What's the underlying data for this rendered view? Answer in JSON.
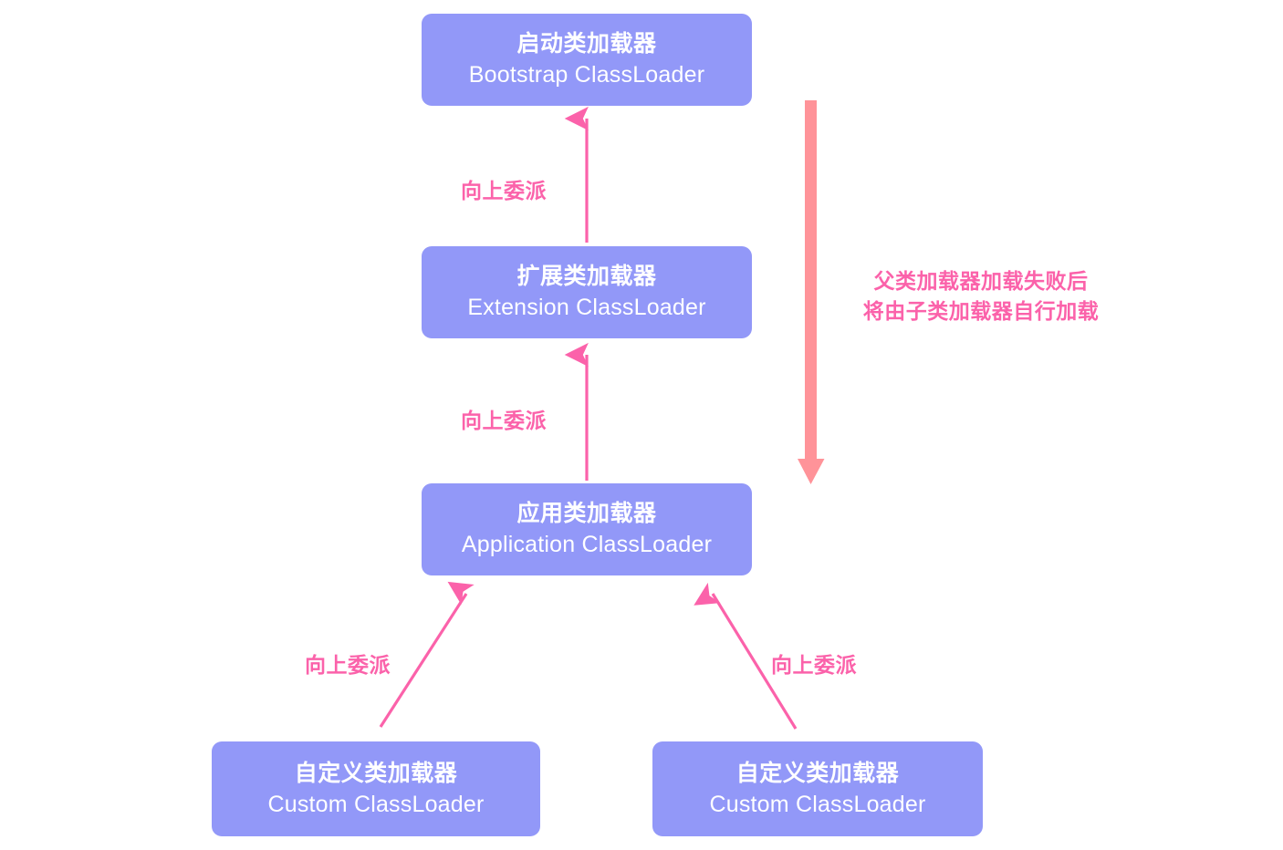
{
  "diagram": {
    "title": "Java ClassLoader Parent Delegation Model",
    "background": "#ffffff",
    "node_fill": "#9298f8",
    "node_text_color": "#ffffff",
    "thin_arrow_color": "#fb62aa",
    "thick_arrow_color": "#ff9399",
    "label_color": "#fb62aa"
  },
  "nodes": {
    "bootstrap": {
      "cn": "启动类加载器",
      "en": "Bootstrap ClassLoader"
    },
    "extension": {
      "cn": "扩展类加载器",
      "en": "Extension ClassLoader"
    },
    "application": {
      "cn": "应用类加载器",
      "en": "Application ClassLoader"
    },
    "custom_left": {
      "cn": "自定义类加载器",
      "en": "Custom ClassLoader"
    },
    "custom_right": {
      "cn": "自定义类加载器",
      "en": "Custom ClassLoader"
    }
  },
  "edge_labels": {
    "delegate_1": "向上委派",
    "delegate_2": "向上委派",
    "delegate_3": "向上委派",
    "delegate_4": "向上委派"
  },
  "annotations": {
    "fallback_note_line1": "父类加载器加载失败后",
    "fallback_note_line2": "将由子类加载器自行加载"
  }
}
